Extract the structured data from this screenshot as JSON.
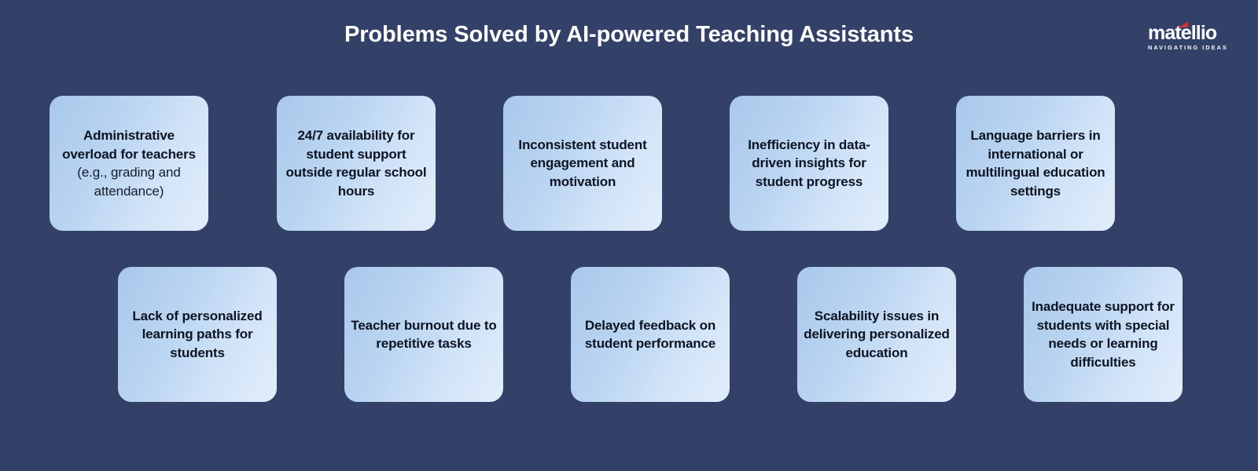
{
  "background_color": "#334068",
  "header": {
    "title": "Problems Solved by AI-powered Teaching Assistants",
    "title_color": "#ffffff"
  },
  "logo": {
    "wordmark": "matellio",
    "tagline": "NAVIGATING IDEAS",
    "accent_color": "#d42f34",
    "text_color": "#ffffff"
  },
  "cards": {
    "gradient_from": "#a9c8ea",
    "gradient_to": "#e1edfb",
    "text_color": "#0c1422",
    "top_row": [
      {
        "id": "administrative-overload",
        "text": "Administrative overload for teachers",
        "note": "(e.g., grading and attendance)"
      },
      {
        "id": "availability-24-7",
        "text": "24/7 availability for student support outside regular school hours",
        "note": ""
      },
      {
        "id": "inconsistent-engagement",
        "text": "Inconsistent student engagement and motivation",
        "note": ""
      },
      {
        "id": "data-driven-inefficiency",
        "text": "Inefficiency in data-driven insights for student progress",
        "note": ""
      },
      {
        "id": "language-barriers",
        "text": "Language barriers in international or multilingual education settings",
        "note": ""
      }
    ],
    "bottom_row": [
      {
        "id": "no-personalized-paths",
        "text": "Lack of personalized learning paths for students",
        "note": ""
      },
      {
        "id": "teacher-burnout",
        "text": "Teacher burnout due to repetitive tasks",
        "note": ""
      },
      {
        "id": "delayed-feedback",
        "text": "Delayed feedback on student performance",
        "note": ""
      },
      {
        "id": "scalability-issues",
        "text": "Scalability issues in delivering personalized education",
        "note": ""
      },
      {
        "id": "inadequate-special-needs-support",
        "text": "Inadequate support for students with special needs or learning difficulties",
        "note": ""
      }
    ]
  }
}
